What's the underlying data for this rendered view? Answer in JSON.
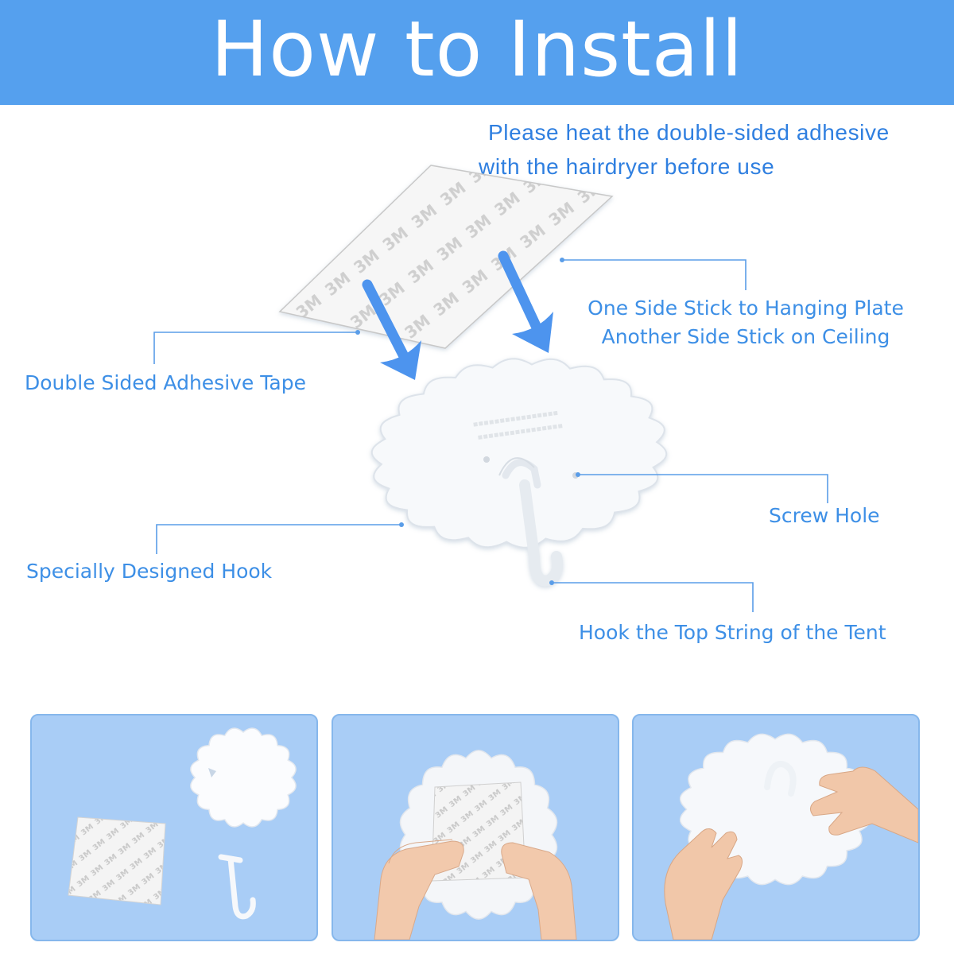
{
  "banner": {
    "title": "How to Install"
  },
  "heat_note": {
    "line1": "Please heat the double-sided adhesive",
    "line2": "with the hairdryer before use"
  },
  "tape_watermark": "3M",
  "callouts": {
    "one_side_line1": "One Side Stick to Hanging Plate",
    "one_side_line2": "Another Side Stick on Ceiling",
    "double_sided_tape": "Double Sided Adhesive Tape",
    "screw_hole": "Screw Hole",
    "special_hook": "Specially Designed Hook",
    "hook_string": "Hook the Top String of the Tent"
  },
  "colors": {
    "banner": "#55a0ee",
    "accent_text": "#3d8fe6",
    "arrow": "#4d94ee",
    "leader_line": "#5a9de8",
    "panel_bg": "#a9cdf6",
    "panel_border": "#86b7ec"
  },
  "steps": [
    {
      "name": "parts-laid-out"
    },
    {
      "name": "apply-tape-to-plate"
    },
    {
      "name": "press-plate-to-ceiling"
    }
  ]
}
